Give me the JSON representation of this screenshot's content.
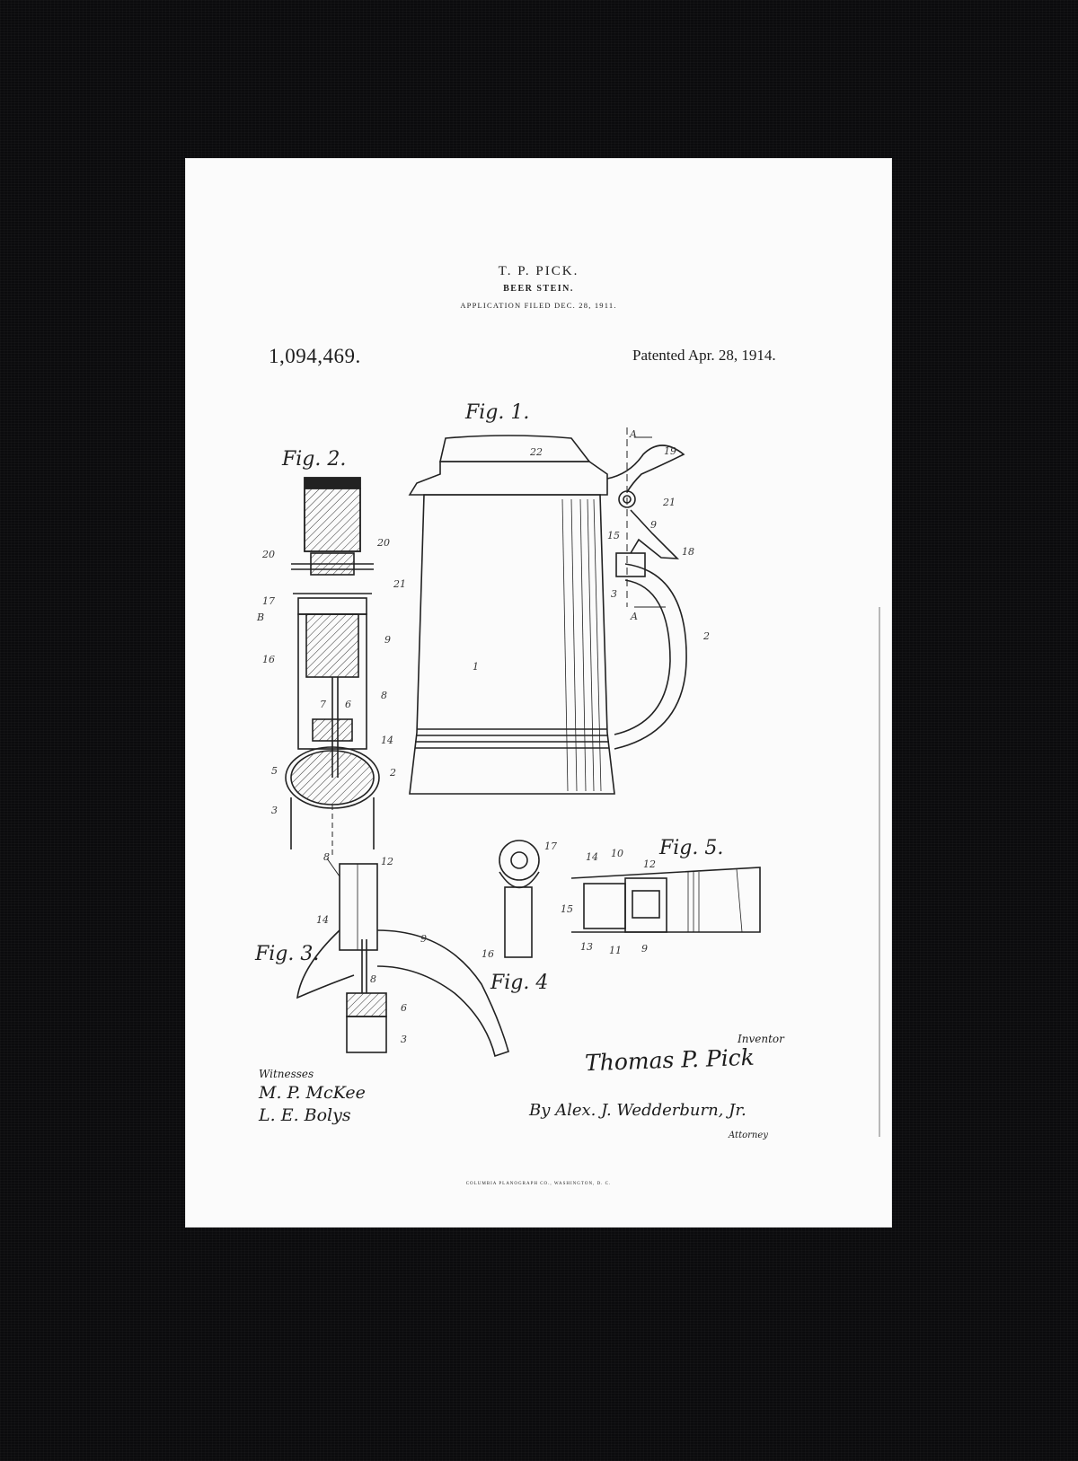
{
  "patent": {
    "inventor_name": "T. P. PICK.",
    "subject": "BEER STEIN.",
    "filed": "APPLICATION FILED DEC. 28, 1911.",
    "number": "1,094,469.",
    "patented": "Patented Apr. 28, 1914."
  },
  "figures": {
    "fig1": "Fig. 1.",
    "fig2": "Fig. 2.",
    "fig3": "Fig. 3.",
    "fig4": "Fig. 4",
    "fig5": "Fig. 5."
  },
  "refs": {
    "section_a": "A",
    "section_b": "B",
    "n1": "1",
    "n2": "2",
    "n3": "3",
    "n5": "5",
    "n6": "6",
    "n7": "7",
    "n8": "8",
    "n9": "9",
    "n10": "10",
    "n11": "11",
    "n12": "12",
    "n13": "13",
    "n14": "14",
    "n15": "15",
    "n16": "16",
    "n17": "17",
    "n18": "18",
    "n19": "19",
    "n20": "20",
    "n21": "21",
    "n22": "22"
  },
  "signatures": {
    "inventor_label": "Inventor",
    "inventor": "Thomas P. Pick",
    "witnesses_label": "Witnesses",
    "witness_1": "M. P. McKee",
    "witness_2": "L. E. Bolys",
    "attorney": "By Alex. J. Wedderburn, Jr.",
    "attorney_label": "Attorney"
  },
  "printer": "COLUMBIA PLANOGRAPH CO., WASHINGTON, D. C.",
  "colors": {
    "mat": "#0b0b0d",
    "sheet": "#fbfbfb",
    "ink": "#1c1c1c"
  }
}
